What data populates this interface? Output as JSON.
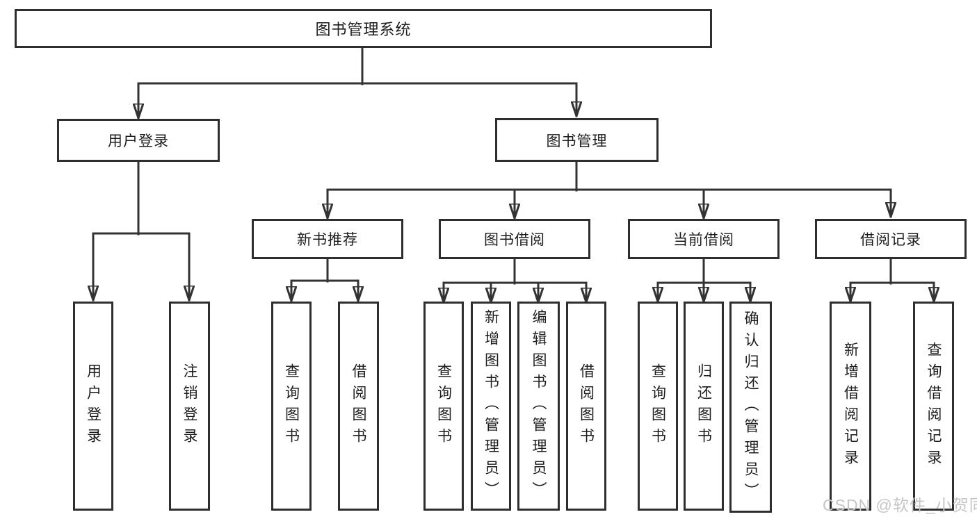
{
  "diagram": {
    "root": {
      "label": "图书管理系统"
    },
    "branches": [
      {
        "label": "用户登录",
        "children": [
          {
            "label": "用户登录"
          },
          {
            "label": "注销登录"
          }
        ]
      },
      {
        "label": "图书管理",
        "children": [
          {
            "label": "新书推荐",
            "children": [
              {
                "label": "查询图书"
              },
              {
                "label": "借阅图书"
              }
            ]
          },
          {
            "label": "图书借阅",
            "children": [
              {
                "label": "查询图书"
              },
              {
                "label": "新增图书（管理员）"
              },
              {
                "label": "编辑图书（管理员）"
              },
              {
                "label": "借阅图书"
              }
            ]
          },
          {
            "label": "当前借阅",
            "children": [
              {
                "label": "查询图书"
              },
              {
                "label": "归还图书"
              },
              {
                "label": "确认归还（管理员）"
              }
            ]
          },
          {
            "label": "借阅记录",
            "children": [
              {
                "label": "新增借阅记录"
              },
              {
                "label": "查询借阅记录"
              }
            ]
          }
        ]
      }
    ]
  },
  "watermark": {
    "text": "CSDN @软件_小贺同学"
  },
  "colors": {
    "line": "#333333",
    "box_border": "#2e2e2e",
    "text": "#1c1c1c",
    "watermark": "#c5c5c5",
    "background": "#ffffff"
  }
}
